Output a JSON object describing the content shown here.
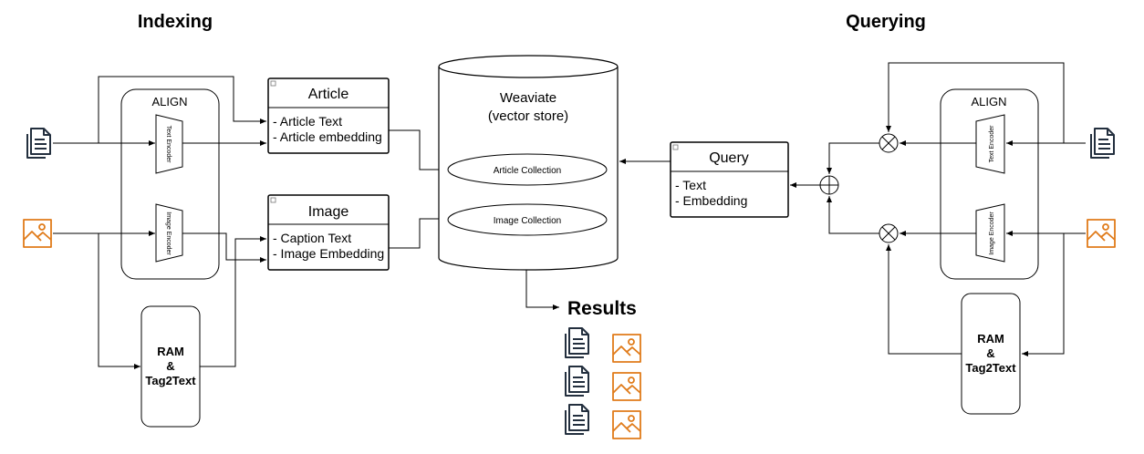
{
  "headings": {
    "indexing": "Indexing",
    "querying": "Querying"
  },
  "align_left": {
    "label": "ALIGN",
    "text_encoder": "Text Encoder",
    "image_encoder": "Image Encoder"
  },
  "align_right": {
    "label": "ALIGN",
    "text_encoder": "Text Encoder",
    "image_encoder": "Image Encoder"
  },
  "ram_left": {
    "line1": "RAM",
    "line2": "&",
    "line3": "Tag2Text"
  },
  "ram_right": {
    "line1": "RAM",
    "line2": "&",
    "line3": "Tag2Text"
  },
  "article_box": {
    "title": "Article",
    "items": [
      "- Article Text",
      "- Article embedding"
    ]
  },
  "image_box": {
    "title": "Image",
    "items": [
      "- Caption Text",
      "- Image Embedding"
    ]
  },
  "vector_store": {
    "line1": "Weaviate",
    "line2": "(vector store)",
    "collections": [
      "Article Collection",
      "Image Collection"
    ]
  },
  "query_box": {
    "title": "Query",
    "items": [
      "- Text",
      "- Embedding"
    ]
  },
  "results": {
    "label": "Results"
  },
  "icons": {
    "document": "document-icon",
    "image": "image-icon",
    "doc_color": "#232f3e",
    "img_color": "#e07b1a"
  }
}
